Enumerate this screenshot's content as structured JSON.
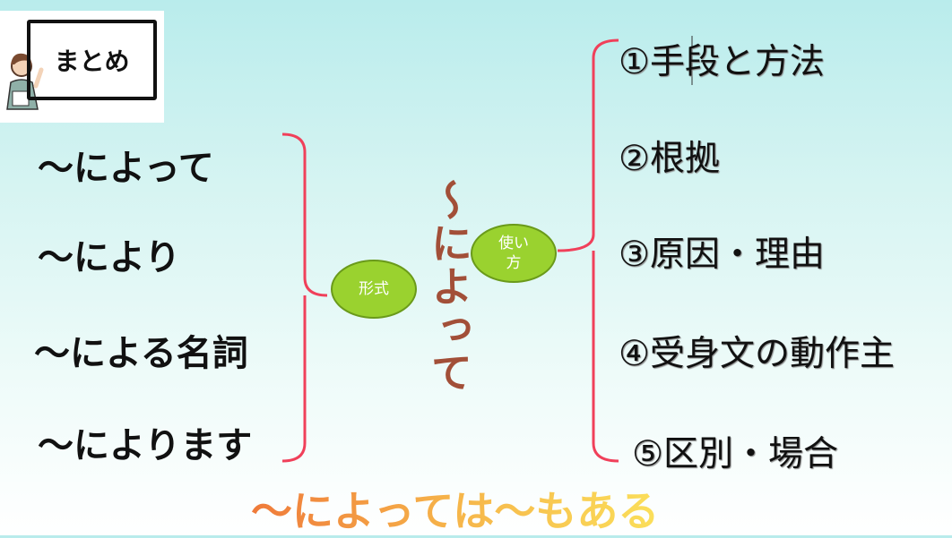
{
  "summary_label": "まとめ",
  "center_title": "〜によって",
  "form_node": "形式",
  "usage_node": "使い方",
  "forms": [
    "〜によって",
    "〜により",
    "〜による名詞",
    "〜によります"
  ],
  "usages": [
    "①手段と方法",
    "②根拠",
    "③原因・理由",
    "④受身文の動作主",
    "⑤区別・場合"
  ],
  "footer": "〜によっては〜もある",
  "colors": {
    "bracket": "#f0405a",
    "node": "#9ad22f",
    "title": "#a24f38"
  }
}
